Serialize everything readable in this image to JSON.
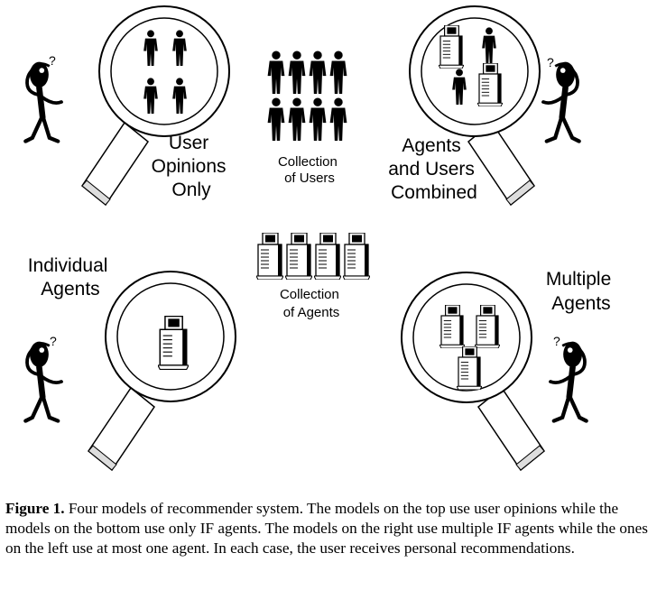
{
  "labels": {
    "user_opinions": [
      "User",
      "Opinions",
      "Only"
    ],
    "collection_users": [
      "Collection",
      "of Users"
    ],
    "agents_users": [
      "Agents",
      "and Users",
      "Combined"
    ],
    "individual_agents": [
      "Individual",
      "Agents"
    ],
    "collection_agents": [
      "Collection",
      "of Agents"
    ],
    "multiple_agents": [
      "Multiple",
      "Agents"
    ],
    "question_mark": "?"
  },
  "caption": {
    "prefix": "Figure 1.",
    "text": "  Four models of recommender system.  The models on the top use user opinions while the models on the bottom use only IF agents.  The models on the right use multiple IF agents while the ones on the left use at most one agent.  In each case, the user receives personal recommendations."
  }
}
